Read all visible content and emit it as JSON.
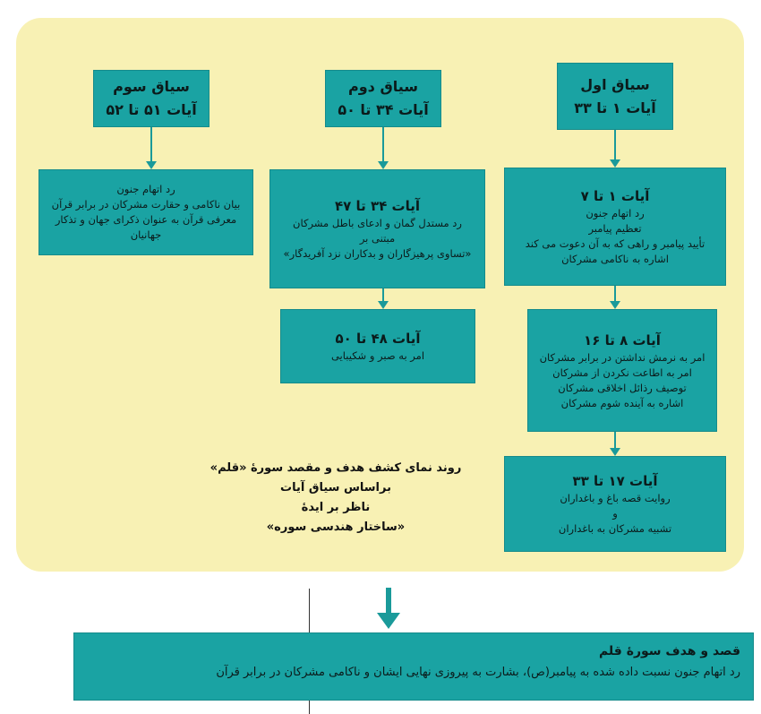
{
  "heads": [
    {
      "title": "سیاق اول",
      "sub": "آیات ۱ تا ۳۳"
    },
    {
      "title": "سیاق دوم",
      "sub": "آیات ۳۴ تا ۵۰"
    },
    {
      "title": "سیاق سوم",
      "sub": "آیات ۵۱ تا ۵۲"
    }
  ],
  "col1": [
    {
      "title": "آیات ۱ تا ۷",
      "lines": [
        "رد اتهام جنون",
        "تعظیم پیامبر",
        "تأیید پیامبر و راهی که به آن دعوت می کند",
        "اشاره به ناکامی مشرکان"
      ]
    },
    {
      "title": "آیات ۸ تا ۱۶",
      "lines": [
        "امر به نرمش نداشتن در برابر مشرکان",
        "امر به اطاعت نکردن از مشرکان",
        "توصیف رذائل اخلاقی مشرکان",
        "اشاره به آینده شوم مشرکان"
      ]
    },
    {
      "title": "آیات ۱۷ تا ۳۳",
      "lines": [
        "روایت قصه باغ و باغداران",
        "و",
        "تشبیه مشرکان به باغداران"
      ]
    }
  ],
  "col2": [
    {
      "title": "آیات ۳۴ تا ۴۷",
      "lines": [
        "رد مستدل گمان و ادعای باطل مشرکان",
        "مبتنی بر",
        "«تساوی پرهیزگاران و بدکاران نزد آفریدگار»"
      ]
    },
    {
      "title": "آیات ۴۸ تا ۵۰",
      "lines": [
        "امر به صبر و شکیبایی"
      ]
    }
  ],
  "col3": [
    {
      "lines": [
        "رد اتهام جنون",
        "بیان ناکامی و حقارت مشرکان در برابر قرآن",
        "معرفی قرآن به عنوان ذکرای جهان و تذکار جهانیان"
      ]
    }
  ],
  "caption": [
    "روند نمای کشف هدف و مقصد سورهٔ «قلم» براساس سیاق آیات",
    "ناظر بر ایدهٔ",
    "«ساختار هندسی سوره»"
  ],
  "final": {
    "title": "قصد و هدف سورهٔ قلم",
    "text": "رد اتهام جنون نسبت داده شده به پیامبر(ص)، بشارت به پیروزی نهایی ایشان و ناکامی مشرکان در برابر قرآن"
  },
  "colors": {
    "panel": "#f8f1b4",
    "box": "#1aa3a3",
    "arrow": "#1a9a9a"
  }
}
